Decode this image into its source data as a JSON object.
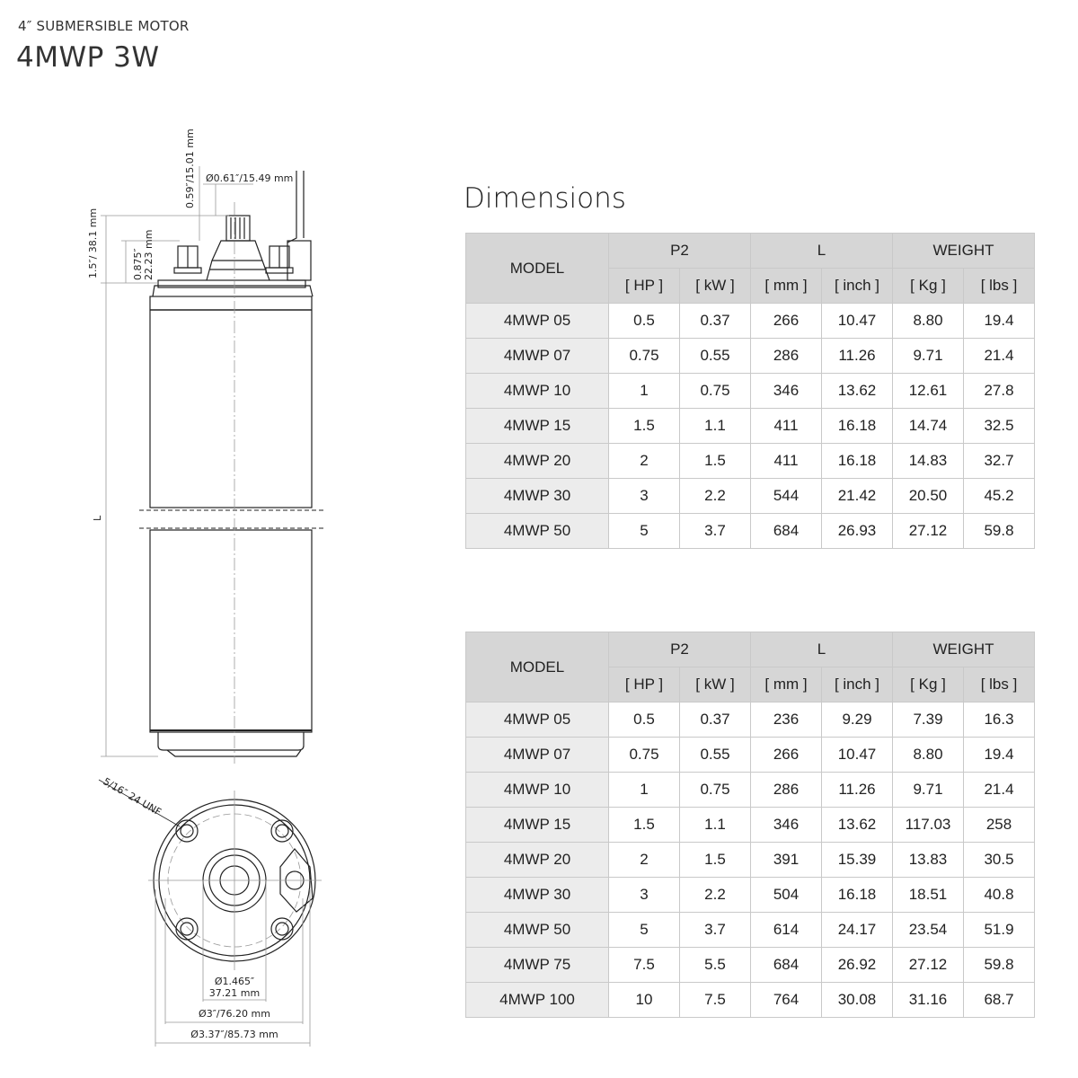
{
  "header": {
    "subtitle": "4″ SUBMERSIBLE MOTOR",
    "title": "4MWP 3W"
  },
  "drawing": {
    "side_view": {
      "shaft_diameter": "Ø0.61″/15.49 mm",
      "shaft_height": "0.59″/15.01 mm",
      "total_top_height": "1.5″/ 38.1 mm",
      "stud_height_in": "0.875″",
      "stud_height_mm": "22.23 mm",
      "length_label": "L"
    },
    "bottom_view": {
      "thread_label": "5/16″ 24 UNF",
      "hub_diameter_in": "Ø1.465″",
      "hub_diameter_mm": "37.21 mm",
      "body_diameter": "Ø3″/76.20 mm",
      "flange_diameter": "Ø3.37″/85.73 mm"
    }
  },
  "dimensions_heading": "Dimensions",
  "table_headers": {
    "model": "MODEL",
    "p2": "P2",
    "l": "L",
    "weight": "WEIGHT",
    "hp": "[ HP ]",
    "kw": "[ kW ]",
    "mm": "[ mm ]",
    "inch": "[ inch ]",
    "kg": "[ Kg ]",
    "lbs": "[ lbs ]"
  },
  "table1": {
    "rows": [
      {
        "model": "4MWP 05",
        "hp": "0.5",
        "kw": "0.37",
        "mm": "266",
        "inch": "10.47",
        "kg": "8.80",
        "lbs": "19.4"
      },
      {
        "model": "4MWP 07",
        "hp": "0.75",
        "kw": "0.55",
        "mm": "286",
        "inch": "11.26",
        "kg": "9.71",
        "lbs": "21.4"
      },
      {
        "model": "4MWP 10",
        "hp": "1",
        "kw": "0.75",
        "mm": "346",
        "inch": "13.62",
        "kg": "12.61",
        "lbs": "27.8"
      },
      {
        "model": "4MWP 15",
        "hp": "1.5",
        "kw": "1.1",
        "mm": "411",
        "inch": "16.18",
        "kg": "14.74",
        "lbs": "32.5"
      },
      {
        "model": "4MWP 20",
        "hp": "2",
        "kw": "1.5",
        "mm": "411",
        "inch": "16.18",
        "kg": "14.83",
        "lbs": "32.7"
      },
      {
        "model": "4MWP 30",
        "hp": "3",
        "kw": "2.2",
        "mm": "544",
        "inch": "21.42",
        "kg": "20.50",
        "lbs": "45.2"
      },
      {
        "model": "4MWP 50",
        "hp": "5",
        "kw": "3.7",
        "mm": "684",
        "inch": "26.93",
        "kg": "27.12",
        "lbs": "59.8"
      }
    ]
  },
  "table2": {
    "rows": [
      {
        "model": "4MWP 05",
        "hp": "0.5",
        "kw": "0.37",
        "mm": "236",
        "inch": "9.29",
        "kg": "7.39",
        "lbs": "16.3"
      },
      {
        "model": "4MWP 07",
        "hp": "0.75",
        "kw": "0.55",
        "mm": "266",
        "inch": "10.47",
        "kg": "8.80",
        "lbs": "19.4"
      },
      {
        "model": "4MWP 10",
        "hp": "1",
        "kw": "0.75",
        "mm": "286",
        "inch": "11.26",
        "kg": "9.71",
        "lbs": "21.4"
      },
      {
        "model": "4MWP 15",
        "hp": "1.5",
        "kw": "1.1",
        "mm": "346",
        "inch": "13.62",
        "kg": "117.03",
        "lbs": "258"
      },
      {
        "model": "4MWP 20",
        "hp": "2",
        "kw": "1.5",
        "mm": "391",
        "inch": "15.39",
        "kg": "13.83",
        "lbs": "30.5"
      },
      {
        "model": "4MWP 30",
        "hp": "3",
        "kw": "2.2",
        "mm": "504",
        "inch": "16.18",
        "kg": "18.51",
        "lbs": "40.8"
      },
      {
        "model": "4MWP 50",
        "hp": "5",
        "kw": "3.7",
        "mm": "614",
        "inch": "24.17",
        "kg": "23.54",
        "lbs": "51.9"
      },
      {
        "model": "4MWP 75",
        "hp": "7.5",
        "kw": "5.5",
        "mm": "684",
        "inch": "26.92",
        "kg": "27.12",
        "lbs": "59.8"
      },
      {
        "model": "4MWP 100",
        "hp": "10",
        "kw": "7.5",
        "mm": "764",
        "inch": "30.08",
        "kg": "31.16",
        "lbs": "68.7"
      }
    ]
  }
}
